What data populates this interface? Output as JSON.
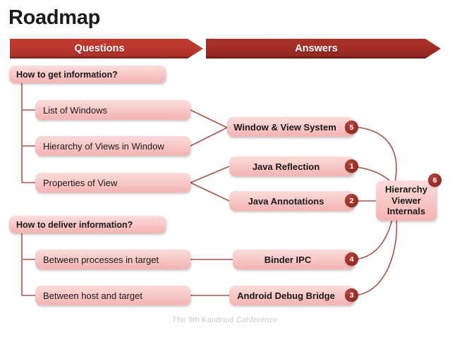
{
  "slide": {
    "title": "Roadmap",
    "footer": "The 9th Kandroid Conference"
  },
  "headers": {
    "questions": "Questions",
    "answers": "Answers"
  },
  "questions": {
    "group_get": {
      "label": "How to get information?",
      "items": [
        {
          "label": "List of Windows"
        },
        {
          "label": "Hierarchy of Views in Window"
        },
        {
          "label": "Properties of View"
        }
      ]
    },
    "group_deliver": {
      "label": "How to deliver information?",
      "items": [
        {
          "label": "Between processes in target"
        },
        {
          "label": "Between host and target"
        }
      ]
    }
  },
  "answers": {
    "items": [
      {
        "label": "Window & View System",
        "badge": "5"
      },
      {
        "label": "Java Reflection",
        "badge": "1"
      },
      {
        "label": "Java Annotations",
        "badge": "2"
      },
      {
        "label": "Binder IPC",
        "badge": "4"
      },
      {
        "label": "Android Debug Bridge",
        "badge": "3"
      }
    ],
    "center": {
      "line1": "Hierarchy",
      "line2": "Viewer",
      "line3": "Internals",
      "badge": "6"
    }
  },
  "colors": {
    "header_questions": "#bb372d",
    "header_answers": "#a32d26",
    "node_fill": "#f8cccb",
    "connector": "#a8524c",
    "badge": "#9c2f27",
    "footer_text": "#c9c9c9"
  }
}
